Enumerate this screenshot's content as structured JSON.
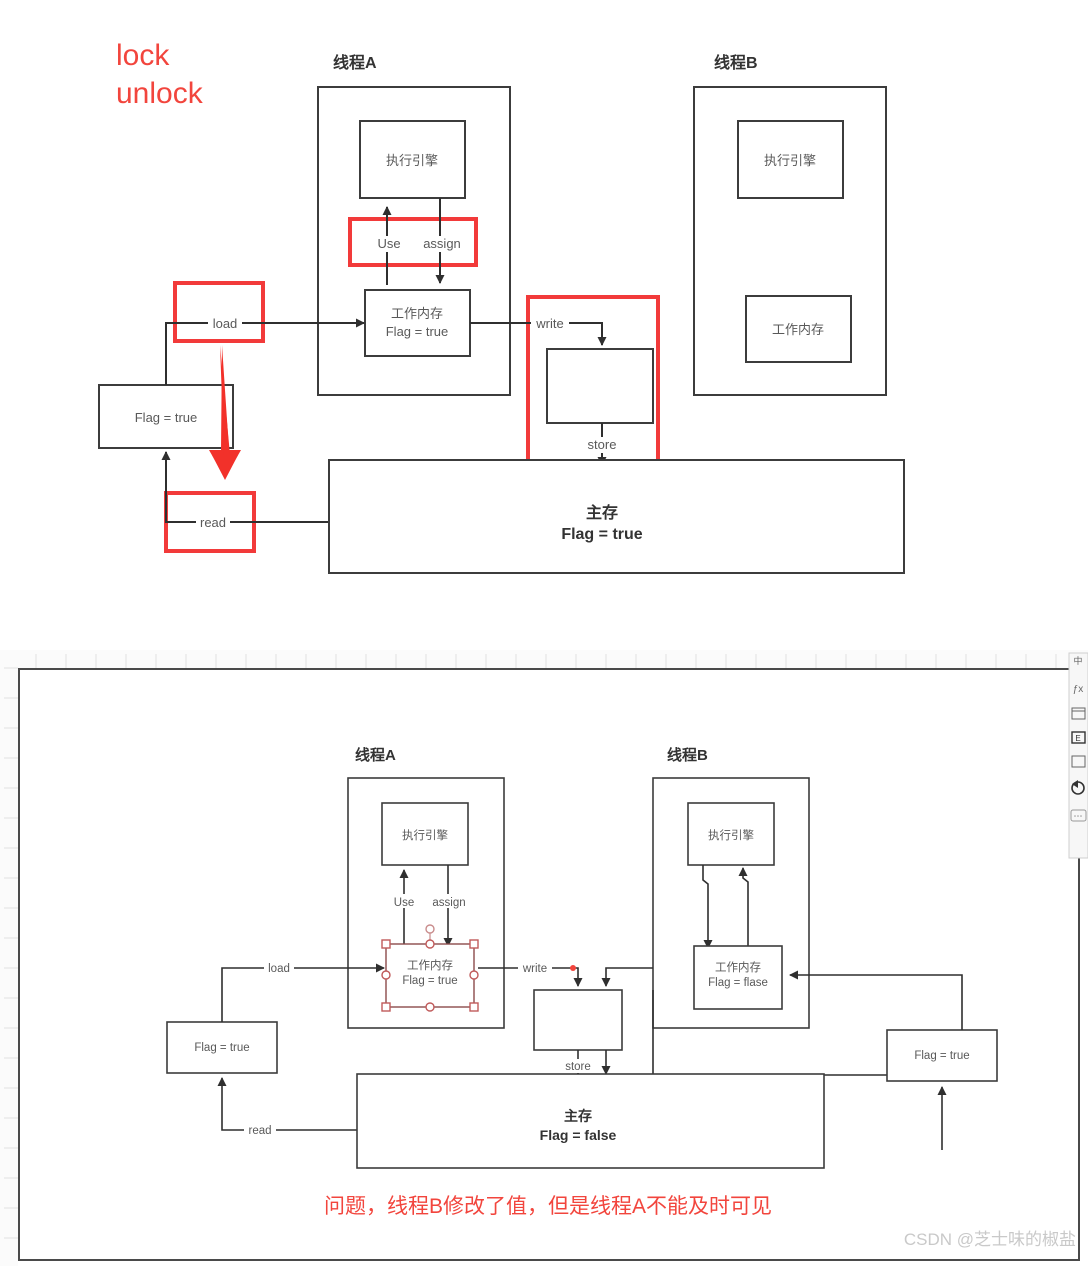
{
  "annotations": {
    "lock": "lock",
    "unlock": "unlock",
    "red_color": "#F23A3A",
    "stroke_color": "#3C3C3C",
    "text_color": "#595959"
  },
  "diagram_top": {
    "thread_a_title": "线程A",
    "thread_b_title": "线程B",
    "thread_a": {
      "engine": "执行引擎",
      "use_label": "Use",
      "assign_label": "assign",
      "working_memory_line1": "工作内存",
      "working_memory_line2": "Flag = true"
    },
    "thread_b": {
      "engine": "执行引擎",
      "working_memory": "工作内存"
    },
    "load_label": "load",
    "read_label": "read",
    "write_label": "write",
    "store_label": "store",
    "left_cache": "Flag = true",
    "main_memory_line1": "主存",
    "main_memory_line2": "Flag = true"
  },
  "diagram_bottom": {
    "thread_a_title": "线程A",
    "thread_b_title": "线程B",
    "thread_a": {
      "engine": "执行引擎",
      "use_label": "Use",
      "assign_label": "assign",
      "working_memory_line1": "工作内存",
      "working_memory_line2": "Flag = true"
    },
    "thread_b": {
      "engine": "执行引擎",
      "working_memory_line1": "工作内存",
      "working_memory_line2": "Flag = flase"
    },
    "load_label": "load",
    "read_label": "read",
    "write_label": "write",
    "store_label": "store",
    "left_cache": "Flag = true",
    "right_cache": "Flag = true",
    "main_memory_line1": "主存",
    "main_memory_line2": "Flag = false",
    "caption": "问题，线程B修改了值，但是线程A不能及时可见"
  },
  "editor": {
    "toolbar_icons": [
      "text-icon",
      "function-icon",
      "table-icon",
      "image-icon",
      "shape-icon",
      "undo-icon",
      "comment-icon"
    ]
  },
  "watermark": {
    "text": "CSDN @芝士味的椒盐"
  }
}
